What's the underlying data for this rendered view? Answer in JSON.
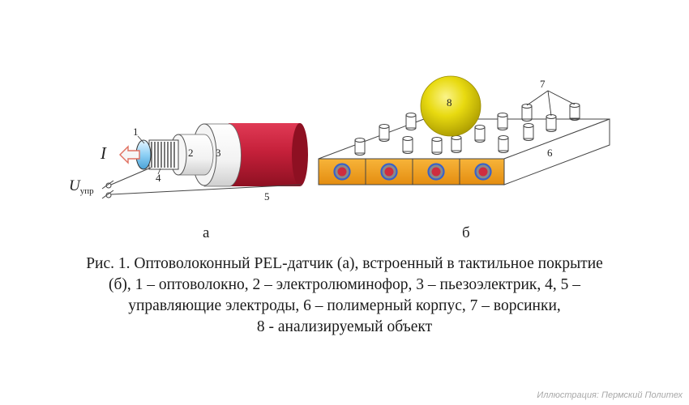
{
  "labels": {
    "sensor_1": "1",
    "sensor_2": "2",
    "sensor_3": "3",
    "sensor_4": "4",
    "sensor_5": "5",
    "current": "I",
    "voltage_main": "U",
    "voltage_sub": "упр",
    "coating_6": "6",
    "coating_7": "7",
    "object_8": "8",
    "sub_a": "а",
    "sub_b": "б"
  },
  "caption": {
    "line1": "Рис. 1. Оптоволоконный PEL-датчик (а), встроенный в тактильное покрытие",
    "line2": "(б), 1 – оптоволокно, 2 – электролюминофор, 3 – пьезоэлектрик, 4, 5 –",
    "line3": "управляющие электроды, 6 – полимерный корпус, 7 – ворсинки,",
    "line4": "8 - анализируемый объект"
  },
  "credit": "Иллюстрация: Пермский Политех",
  "colors": {
    "red_layer": "#c5203a",
    "strip": "#f4a21c",
    "sphere": "#e2d500",
    "ring_blue": "#3a62c8",
    "arrow": "#e07060"
  }
}
